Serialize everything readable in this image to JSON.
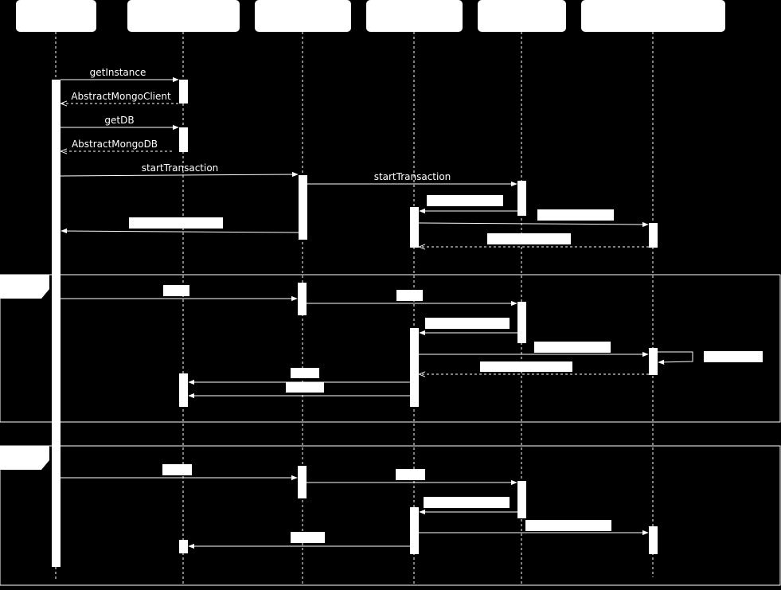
{
  "diagram": {
    "type": "sequence",
    "participants": [
      {
        "id": "p1",
        "label": ""
      },
      {
        "id": "p2",
        "label": ""
      },
      {
        "id": "p3",
        "label": ""
      },
      {
        "id": "p4",
        "label": ""
      },
      {
        "id": "p5",
        "label": ""
      },
      {
        "id": "p6",
        "label": ""
      }
    ],
    "messages": [
      {
        "id": "m1",
        "from": "p1",
        "to": "p2",
        "label": "getInstance",
        "kind": "sync"
      },
      {
        "id": "m2",
        "from": "p2",
        "to": "p1",
        "label": "AbstractMongoClient",
        "kind": "return"
      },
      {
        "id": "m3",
        "from": "p1",
        "to": "p2",
        "label": "getDB",
        "kind": "sync"
      },
      {
        "id": "m4",
        "from": "p2",
        "to": "p1",
        "label": "AbstractMongoDB",
        "kind": "return"
      },
      {
        "id": "m5",
        "from": "p1",
        "to": "p3",
        "label": "startTransaction",
        "kind": "sync"
      },
      {
        "id": "m6",
        "from": "p3",
        "to": "p5",
        "label": "startTransaction",
        "kind": "sync"
      },
      {
        "id": "m7",
        "from": "p5",
        "to": "p4",
        "label": "",
        "kind": "sync"
      },
      {
        "id": "m8",
        "from": "p4",
        "to": "p6",
        "label": "",
        "kind": "sync"
      },
      {
        "id": "m9",
        "from": "p3",
        "to": "p1",
        "label": "",
        "kind": "sync"
      },
      {
        "id": "m10",
        "from": "p6",
        "to": "p4",
        "label": "",
        "kind": "return"
      },
      {
        "id": "m11",
        "from": "p1",
        "to": "p3",
        "label": "",
        "kind": "sync"
      },
      {
        "id": "m12",
        "from": "p3",
        "to": "p5",
        "label": "",
        "kind": "sync"
      },
      {
        "id": "m13",
        "from": "p5",
        "to": "p4",
        "label": "",
        "kind": "sync"
      },
      {
        "id": "m14",
        "from": "p4",
        "to": "p6",
        "label": "",
        "kind": "sync"
      },
      {
        "id": "m15",
        "from": "p6",
        "to": "p6",
        "label": "",
        "kind": "self"
      },
      {
        "id": "m16",
        "from": "p6",
        "to": "p4",
        "label": "",
        "kind": "return"
      },
      {
        "id": "m17",
        "from": "p4",
        "to": "p2",
        "label": "",
        "kind": "sync"
      },
      {
        "id": "m18",
        "from": "p4",
        "to": "p2",
        "label": "",
        "kind": "sync"
      },
      {
        "id": "m19",
        "from": "p1",
        "to": "p3",
        "label": "",
        "kind": "sync"
      },
      {
        "id": "m20",
        "from": "p3",
        "to": "p5",
        "label": "",
        "kind": "sync"
      },
      {
        "id": "m21",
        "from": "p5",
        "to": "p4",
        "label": "",
        "kind": "sync"
      },
      {
        "id": "m22",
        "from": "p4",
        "to": "p6",
        "label": "",
        "kind": "sync"
      },
      {
        "id": "m23",
        "from": "p4",
        "to": "p2",
        "label": "",
        "kind": "sync"
      }
    ],
    "fragments": [
      {
        "id": "f1",
        "label": ""
      },
      {
        "id": "f2",
        "label": ""
      }
    ],
    "colors": {
      "background": "#000000",
      "foreground": "#ffffff"
    }
  }
}
